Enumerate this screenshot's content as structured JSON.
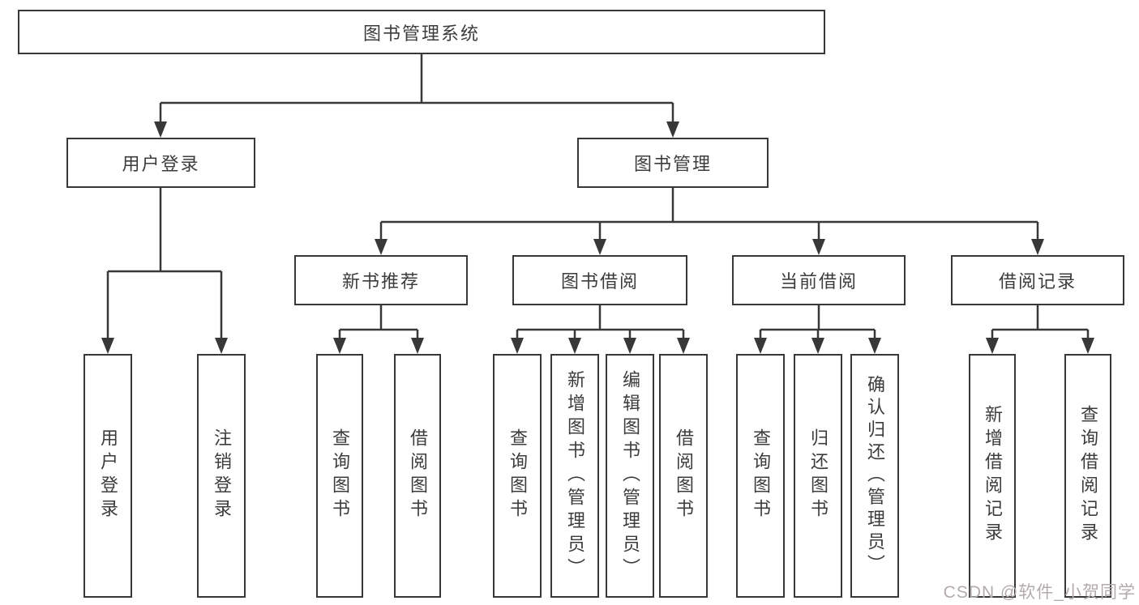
{
  "diagram_title": "图书管理系统",
  "nodes": {
    "root": "图书管理系统",
    "user_login": "用户登录",
    "book_mgmt": "图书管理",
    "new_book_rec": "新书推荐",
    "book_borrow": "图书借阅",
    "current_borrow": "当前借阅",
    "borrow_record": "借阅记录",
    "leaf_user_login": "用户登录",
    "leaf_logout": "注销登录",
    "leaf_query_book_1": "查询图书",
    "leaf_borrow_book_1": "借阅图书",
    "leaf_query_book_2": "查询图书",
    "leaf_add_book": "新增图书（管理员）",
    "leaf_edit_book": "编辑图书（管理员）",
    "leaf_borrow_book_2": "借阅图书",
    "leaf_query_book_3": "查询图书",
    "leaf_return_book": "归还图书",
    "leaf_confirm_return": "确认归还（管理员）",
    "leaf_add_record": "新增借阅记录",
    "leaf_query_record": "查询借阅记录"
  },
  "hierarchy": [
    {
      "parent": "图书管理系统",
      "children": [
        "用户登录",
        "图书管理"
      ]
    },
    {
      "parent": "用户登录",
      "children": [
        "用户登录",
        "注销登录"
      ]
    },
    {
      "parent": "图书管理",
      "children": [
        "新书推荐",
        "图书借阅",
        "当前借阅",
        "借阅记录"
      ]
    },
    {
      "parent": "新书推荐",
      "children": [
        "查询图书",
        "借阅图书"
      ]
    },
    {
      "parent": "图书借阅",
      "children": [
        "查询图书",
        "新增图书（管理员）",
        "编辑图书（管理员）",
        "借阅图书"
      ]
    },
    {
      "parent": "当前借阅",
      "children": [
        "查询图书",
        "归还图书",
        "确认归还（管理员）"
      ]
    },
    {
      "parent": "借阅记录",
      "children": [
        "新增借阅记录",
        "查询借阅记录"
      ]
    }
  ],
  "watermark": "CSDN @软件_小贺同学",
  "colors": {
    "line": "#383838",
    "text": "#3c3c3c",
    "background": "#ffffff",
    "watermark": "#b3abab"
  }
}
